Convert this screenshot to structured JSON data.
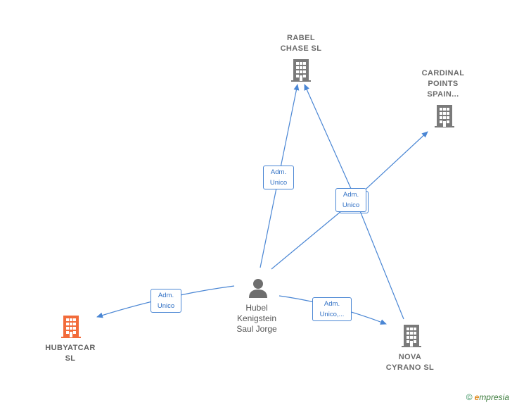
{
  "nodes": {
    "rabel": {
      "label": "RABEL\nCHASE SL"
    },
    "cardinal": {
      "label": "CARDINAL\nPOINTS\nSPAIN..."
    },
    "hubyatcar": {
      "label": "HUBYATCAR\nSL"
    },
    "nova": {
      "label": "NOVA\nCYRANO SL"
    },
    "person": {
      "label": "Hubel\nKenigstein\nSaul Jorge"
    }
  },
  "relations": {
    "to_rabel": {
      "line1": "Adm.",
      "line2": "Unico"
    },
    "to_cardinal": {
      "line1": "Adm.",
      "line2": "Unico"
    },
    "to_hubyatcar": {
      "line1": "Adm.",
      "line2": "Unico"
    },
    "to_nova": {
      "line1": "Adm.",
      "line2": "Unico,..."
    }
  },
  "colors": {
    "edge": "#4a86d4",
    "company": "#7a7a7a",
    "company_highlight": "#f26b3a"
  },
  "footer": {
    "copyright_symbol": "©",
    "brand_first": "e",
    "brand_rest": "mpresia"
  }
}
